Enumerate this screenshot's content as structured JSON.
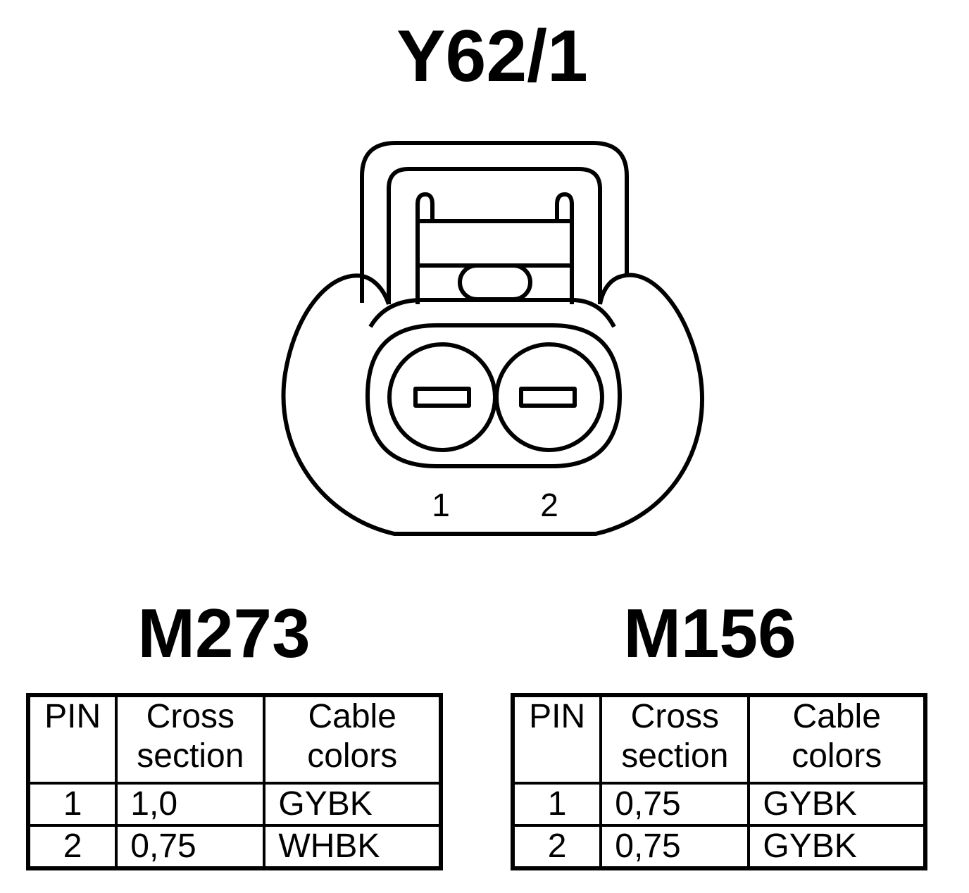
{
  "connector": {
    "title": "Y62/1",
    "pin_labels": [
      "1",
      "2"
    ]
  },
  "engines": [
    {
      "title": "M273",
      "table": {
        "headers": {
          "pin": "PIN",
          "cross_section": "Cross section",
          "cable_colors": "Cable colors"
        },
        "rows": [
          {
            "pin": "1",
            "cross_section": "1,0",
            "cable_colors": "GYBK"
          },
          {
            "pin": "2",
            "cross_section": "0,75",
            "cable_colors": "WHBK"
          }
        ]
      }
    },
    {
      "title": "M156",
      "table": {
        "headers": {
          "pin": "PIN",
          "cross_section": "Cross section",
          "cable_colors": "Cable colors"
        },
        "rows": [
          {
            "pin": "1",
            "cross_section": "0,75",
            "cable_colors": "GYBK"
          },
          {
            "pin": "2",
            "cross_section": "0,75",
            "cable_colors": "GYBK"
          }
        ]
      }
    }
  ]
}
